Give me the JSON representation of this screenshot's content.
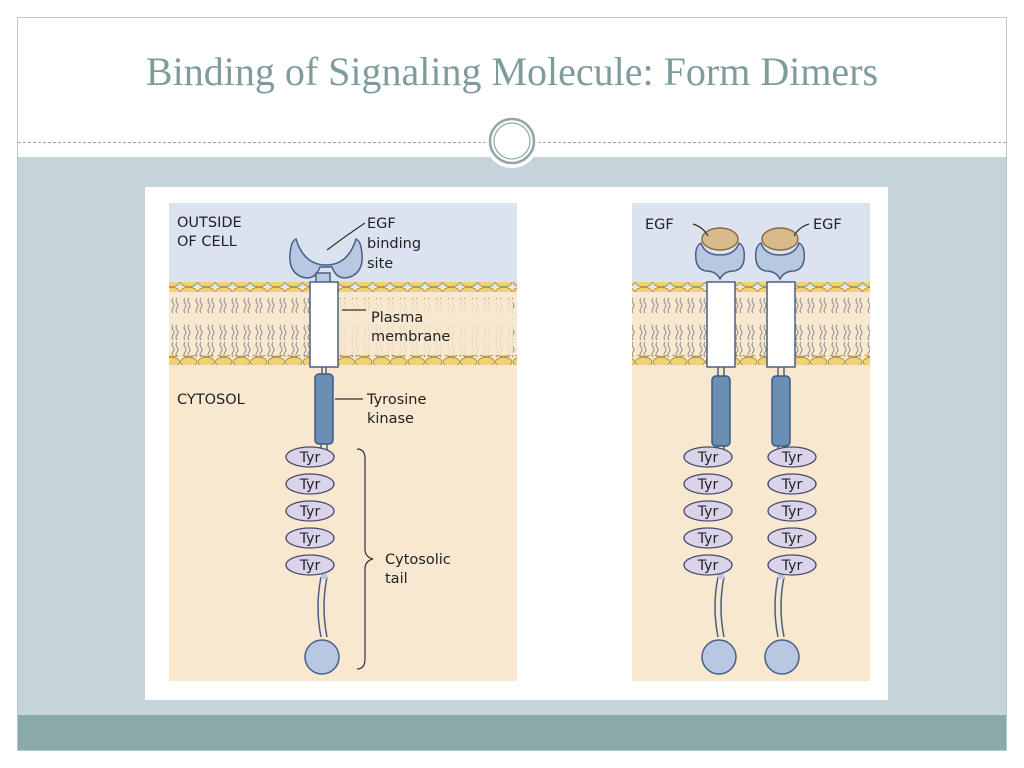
{
  "slide": {
    "title": "Binding of Signaling Molecule: Form  Dimers",
    "colors": {
      "title": "#7f9c9d",
      "content_bg": "#c5d3da",
      "footer": "#89a9ab"
    }
  },
  "diagram": {
    "panel_left": {
      "outside_label_1": "OUTSIDE",
      "outside_label_2": "OF CELL",
      "cytosol_label": "CYTOSOL",
      "egf_site_1": "EGF",
      "egf_site_2": "binding",
      "egf_site_3": "site",
      "membrane_1": "Plasma",
      "membrane_2": "membrane",
      "kinase_1": "Tyrosine",
      "kinase_2": "kinase",
      "tail_1": "Cytosolic",
      "tail_2": "tail",
      "tyr": [
        "Tyr",
        "Tyr",
        "Tyr",
        "Tyr",
        "Tyr"
      ]
    },
    "panel_right": {
      "egf_left": "EGF",
      "egf_right": "EGF",
      "tyr_left": [
        "Tyr",
        "Tyr",
        "Tyr",
        "Tyr",
        "Tyr"
      ],
      "tyr_right": [
        "Tyr",
        "Tyr",
        "Tyr",
        "Tyr",
        "Tyr"
      ]
    },
    "colors": {
      "outside": "#dbe3f1",
      "cytosol": "#f7e8cf",
      "lipid_head": "#efd176",
      "receptor": "#b8c8e3",
      "kinase": "#6b8fb4",
      "tyr": "#d9d4ea",
      "egf": "#d8b98c"
    }
  }
}
